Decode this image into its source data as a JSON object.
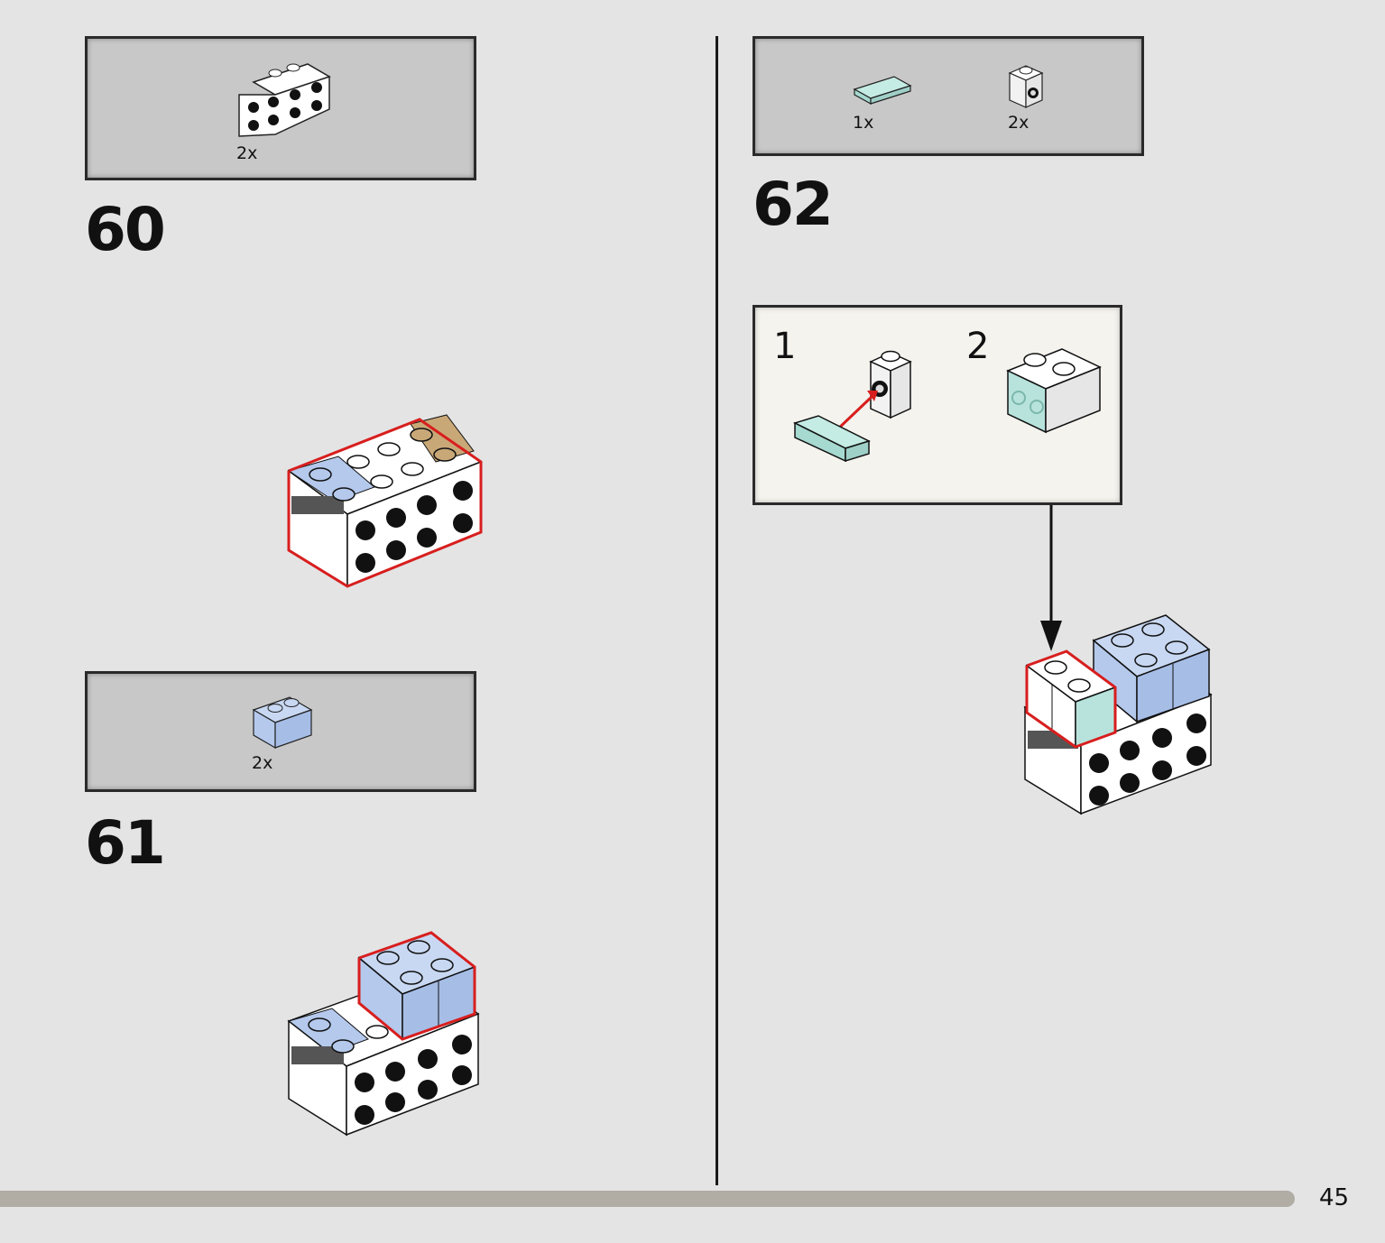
{
  "steps": [
    {
      "number": "60",
      "parts": [
        {
          "name": "white-bracket",
          "qty": "2x"
        }
      ]
    },
    {
      "number": "61",
      "parts": [
        {
          "name": "light-blue-brick-1x2",
          "qty": "2x"
        }
      ]
    },
    {
      "number": "62",
      "parts": [
        {
          "name": "trans-clear-tile-1x2",
          "qty": "1x"
        },
        {
          "name": "white-brick-1x1-with-stud",
          "qty": "2x"
        }
      ],
      "callout": {
        "substep_1": "1",
        "substep_2": "2"
      }
    }
  ],
  "page": {
    "number": "45",
    "progress": 0.935
  },
  "colors": {
    "white": "#ffffff",
    "light_blue": "#b4c9ec",
    "tan": "#c9a878",
    "trans_clear": "#b7e3dc",
    "highlight": "#d81e1e",
    "black": "#111111"
  }
}
